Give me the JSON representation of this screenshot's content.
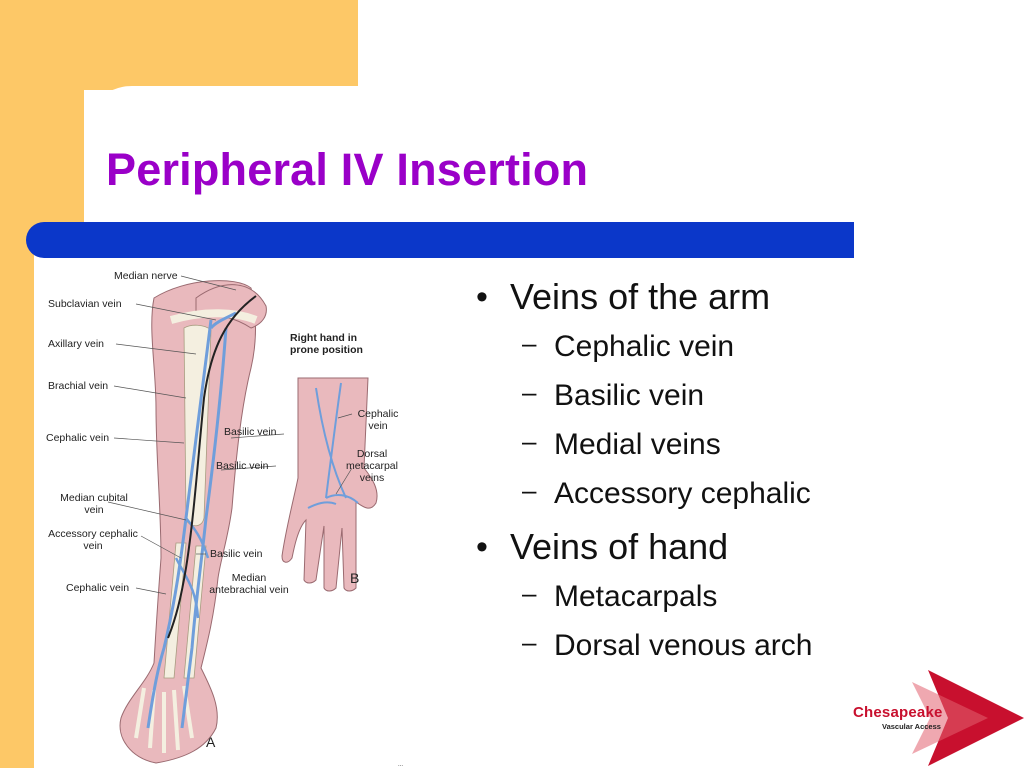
{
  "slide": {
    "title": "Peripheral IV Insertion",
    "colors": {
      "title": "#9a00c8",
      "accent_bar": "#0b37c9",
      "background_accent": "#fdc867",
      "logo_red": "#c8102e"
    }
  },
  "bullets": [
    {
      "text": "Veins of the arm",
      "children": [
        "Cephalic vein",
        "Basilic vein",
        "Medial veins",
        "Accessory cephalic"
      ]
    },
    {
      "text": "Veins of hand",
      "children": [
        "Metacarpals",
        "Dorsal venous arch"
      ]
    }
  ],
  "bullet_symbol": "•",
  "sub_bullet_symbol": "–",
  "figure": {
    "labels": {
      "median_nerve": "Median nerve",
      "subclavian_vein": "Subclavian vein",
      "axillary_vein": "Axillary vein",
      "brachial_vein": "Brachial vein",
      "cephalic_vein_upper": "Cephalic vein",
      "basilic_vein_1": "Basilic vein",
      "basilic_vein_2": "Basilic vein",
      "median_cubital_vein_1": "Median cubital",
      "median_cubital_vein_2": "vein",
      "accessory_cephalic_1": "Accessory cephalic",
      "accessory_cephalic_2": "vein",
      "basilic_vein_3": "Basilic vein",
      "median_antebrachial_1": "Median",
      "median_antebrachial_2": "antebrachial vein",
      "cephalic_vein_lower": "Cephalic vein",
      "right_hand_1": "Right hand in",
      "right_hand_2": "prone position",
      "hand_cephalic_1": "Cephalic",
      "hand_cephalic_2": "vein",
      "dorsal_1": "Dorsal",
      "dorsal_2": "metacarpal",
      "dorsal_3": "veins",
      "panel_a": "A",
      "panel_b": "B"
    }
  },
  "logo": {
    "name": "Chesapeake",
    "subtitle": "Vascular Access"
  },
  "footer_mark": "..."
}
